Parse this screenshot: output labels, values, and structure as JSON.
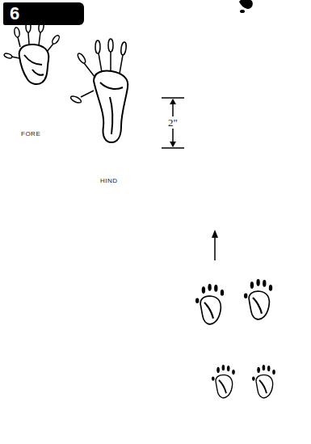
{
  "diagram": {
    "nodes": [
      {
        "text": [
          "6"
        ]
      }
    ],
    "labels": [
      "FORE",
      "HIND",
      "2\""
    ]
  }
}
